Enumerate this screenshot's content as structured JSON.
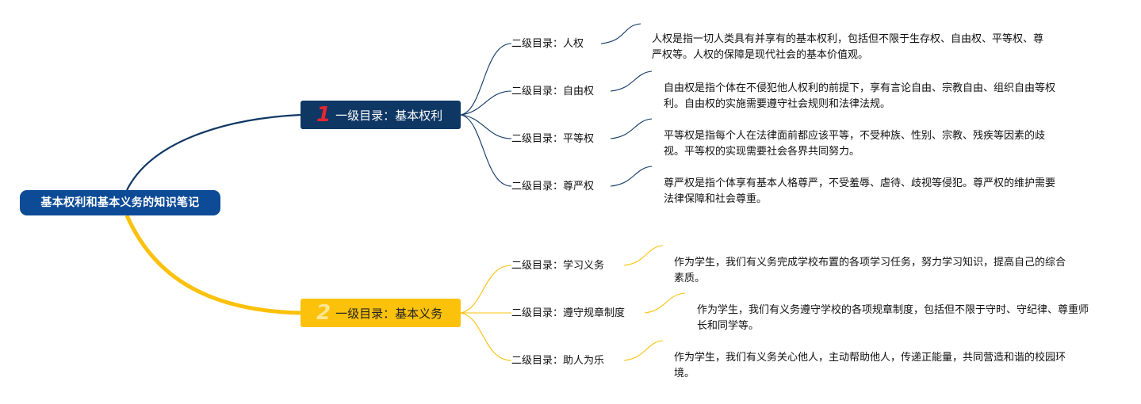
{
  "root": {
    "label": "基本权利和基本义务的知识笔记"
  },
  "branches": [
    {
      "num": "1",
      "label": "一级目录：基本权利",
      "children": [
        {
          "label": "二级目录：人权",
          "note": "人权是指一切人类具有并享有的基本权利，包括但不限于生存权、自由权、平等权、尊严权等。人权的保障是现代社会的基本价值观。"
        },
        {
          "label": "二级目录：自由权",
          "note": "自由权是指个体在不侵犯他人权利的前提下，享有言论自由、宗教自由、组织自由等权利。自由权的实施需要遵守社会规则和法律法规。"
        },
        {
          "label": "二级目录：平等权",
          "note": "平等权是指每个人在法律面前都应该平等，不受种族、性别、宗教、残疾等因素的歧视。平等权的实现需要社会各界共同努力。"
        },
        {
          "label": "二级目录：尊严权",
          "note": "尊严权是指个体享有基本人格尊严，不受羞辱、虐待、歧视等侵犯。尊严权的维护需要法律保障和社会尊重。"
        }
      ]
    },
    {
      "num": "2",
      "label": "一级目录：基本义务",
      "children": [
        {
          "label": "二级目录：学习义务",
          "note": "作为学生，我们有义务完成学校布置的各项学习任务，努力学习知识，提高自己的综合素质。"
        },
        {
          "label": "二级目录：遵守规章制度",
          "note": "作为学生，我们有义务遵守学校的各项规章制度，包括但不限于守时、守纪律、尊重师长和同学等。"
        },
        {
          "label": "二级目录：助人为乐",
          "note": "作为学生，我们有义务关心他人，主动帮助他人，传递正能量，共同营造和谐的校园环境。"
        }
      ]
    }
  ],
  "colors": {
    "root": "#0d4b97",
    "branch1": "#0e3764",
    "branch2": "#fbc10b",
    "num1": "#e5262f",
    "num2": "#ffe693"
  }
}
